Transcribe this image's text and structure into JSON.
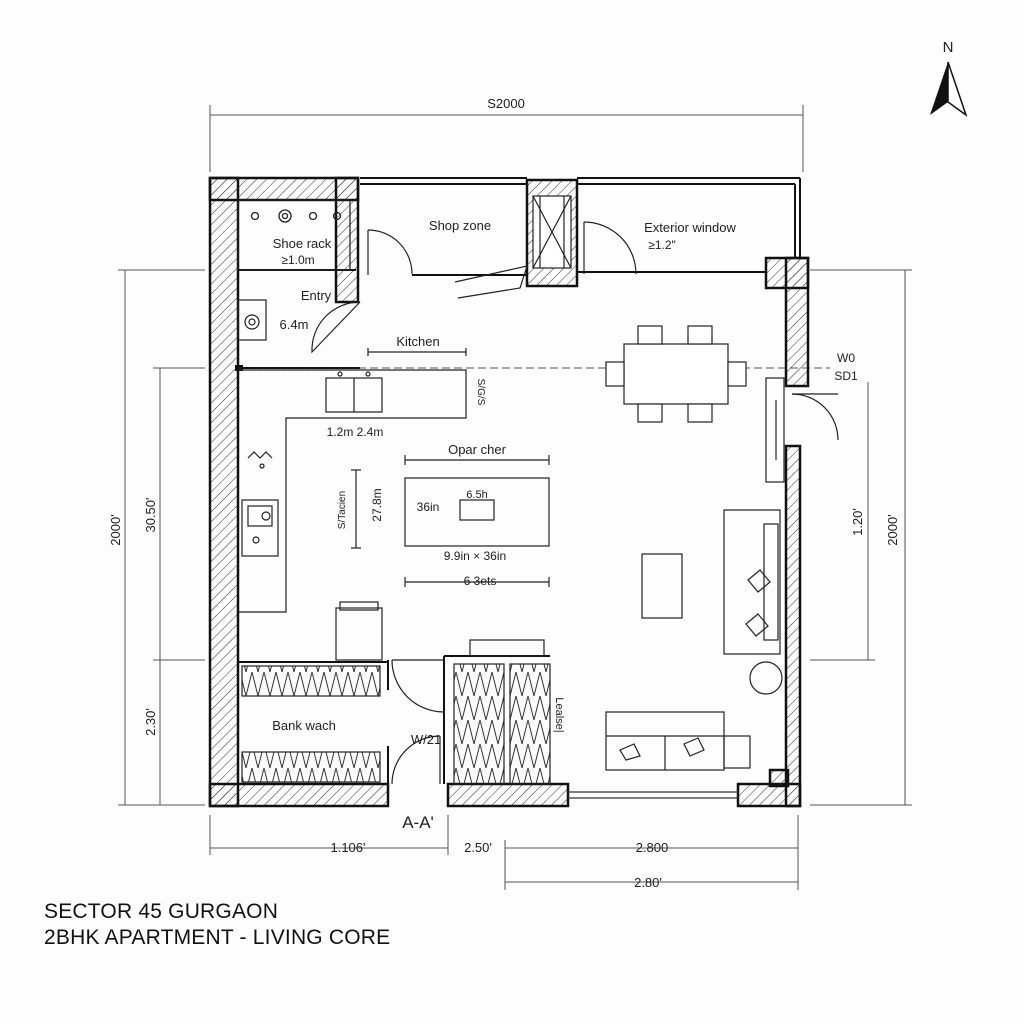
{
  "north": {
    "label": "N"
  },
  "dimensions": {
    "top_overall": "S2000",
    "left_outer": "2000'",
    "left_upper": "30.50'",
    "left_lower": "2.30'",
    "right_inner": "1.20'",
    "right_outer": "2000'",
    "bottom_left": "1.106'",
    "bottom_mid": "2.50'",
    "bottom_right": "2.800",
    "bottom_right_outer": "2.80'"
  },
  "rooms": {
    "shoe_rack": "Shoe rack",
    "shoe_rack_dim": "≥1.0m",
    "entry": "Entry",
    "entry_dim": "6.4m",
    "shop_zone": "Shop zone",
    "exterior_window": "Exterior window",
    "exterior_window_dim": "≥1.2\"",
    "kitchen": "Kitchen",
    "kitchen_vertical": "S/G/S",
    "counter_dim": "1.2m 2.4m",
    "table_label": "Opar cher",
    "table_left": "36in",
    "table_inner": "6.5h",
    "table_side": "27.8m",
    "table_side_far": "S/Tacien",
    "table_size": "9.9in × 36in",
    "table_sets": "6 3ets",
    "bank_wach": "Bank wach",
    "door_tag": "W/21",
    "closet_label": "Lealse|",
    "wd_tag": "W0",
    "sd_tag": "SD1"
  },
  "section_marker": "A-A'",
  "title": {
    "line1": "SECTOR 45 GURGAON",
    "line2": "2BHK APARTMENT - LIVING CORE"
  }
}
